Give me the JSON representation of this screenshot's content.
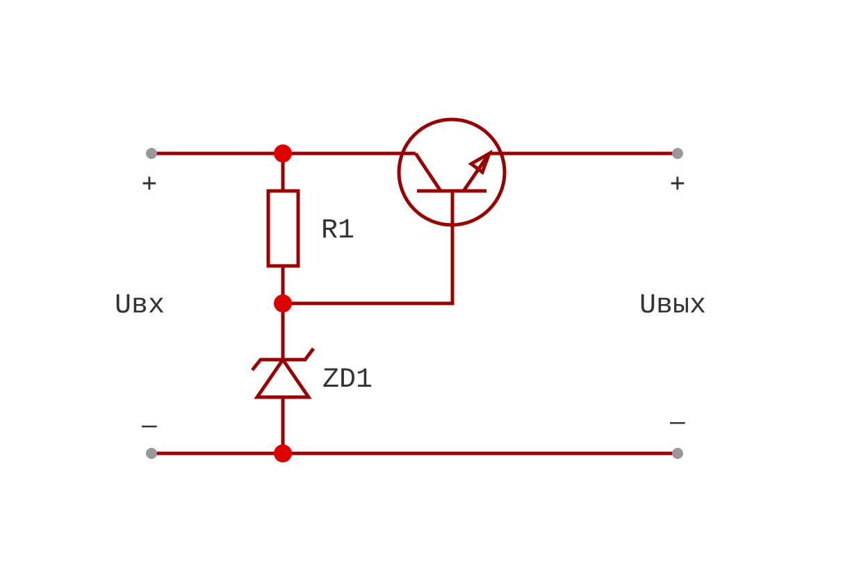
{
  "diagram": {
    "type": "circuit-schematic",
    "wire_color": "#990000",
    "junction_color": "#dd0000",
    "terminal_color": "#999999",
    "text_color": "#333333",
    "labels": {
      "input_plus": "+",
      "input_minus": "–",
      "output_plus": "+",
      "output_minus": "–",
      "input_voltage": "Uвх",
      "output_voltage": "Uвых",
      "resistor": "R1",
      "zener": "ZD1"
    }
  }
}
